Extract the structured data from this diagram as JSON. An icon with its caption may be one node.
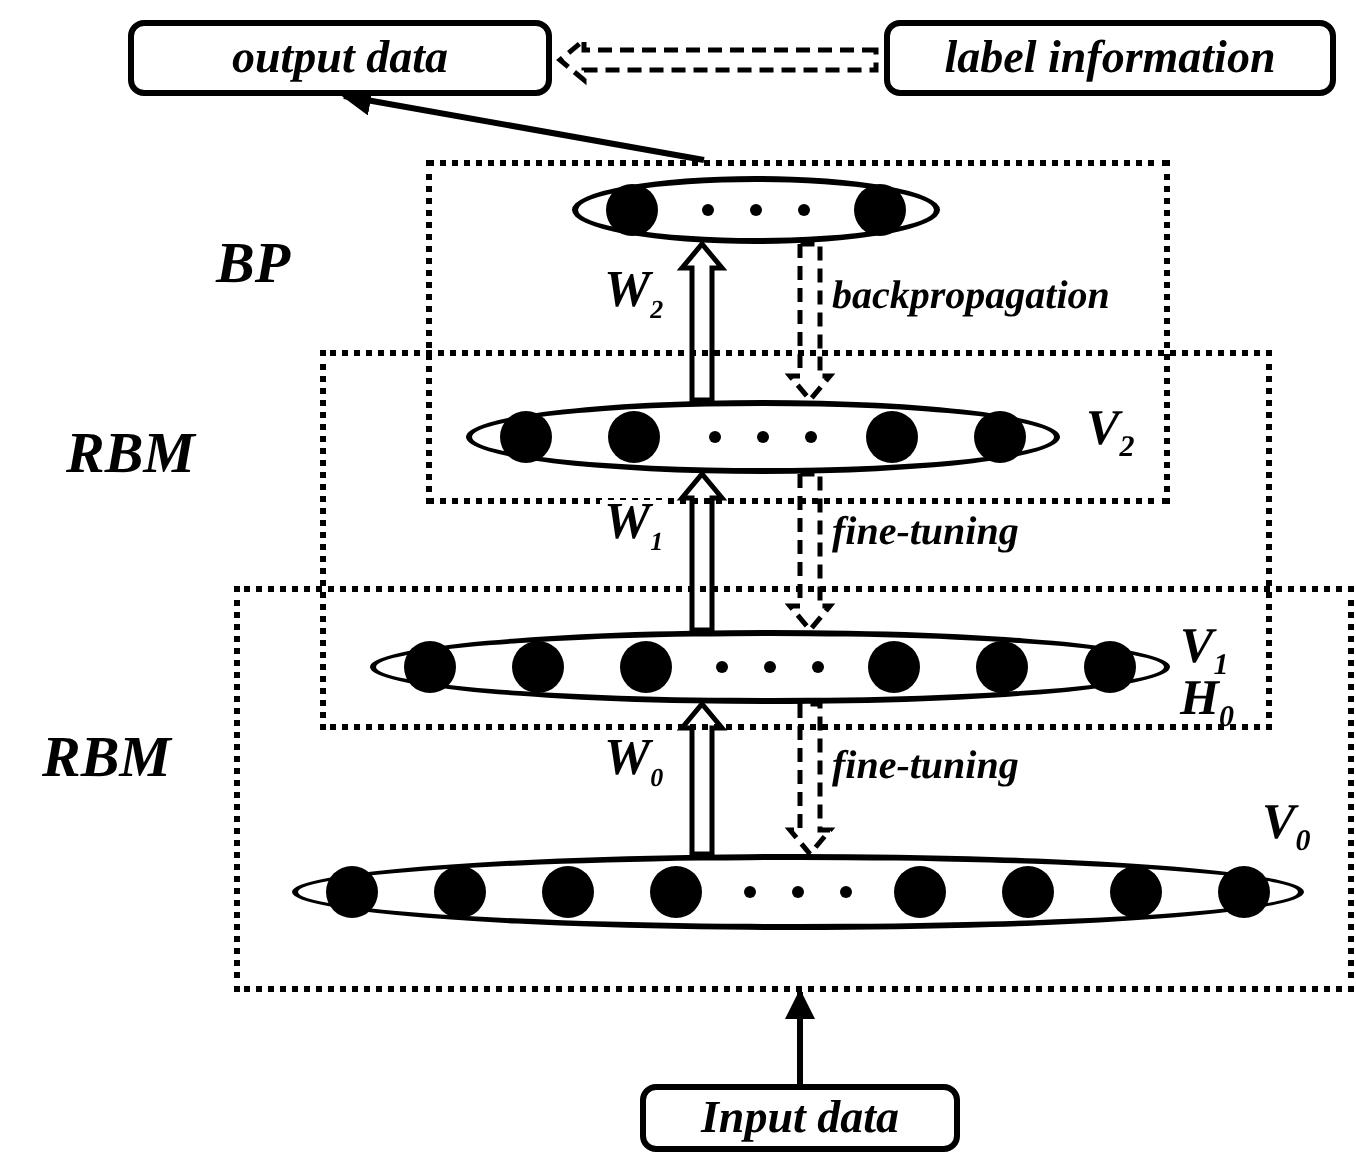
{
  "diagram": {
    "nodes": [
      {
        "text": [
          "output data"
        ]
      },
      {
        "text": [
          "label information"
        ]
      },
      {
        "text": [
          "BP"
        ]
      },
      {
        "text": [
          "RBM"
        ]
      },
      {
        "text": [
          "RBM"
        ]
      },
      {
        "text": [],
        "shape": "ellipse",
        "in": 2
      },
      {
        "text": [],
        "shape": "ellipse",
        "beside": [
          "V$_{2}$"
        ]
      },
      {
        "text": [],
        "shape": "ellipse",
        "beside": [
          "V$_{1}$",
          "H$_{0}$"
        ]
      },
      {
        "text": [],
        "shape": "ellipse",
        "in": 4,
        "beside": [
          "V$_{0}$"
        ]
      },
      {
        "text": [
          "Input data"
        ]
      }
    ],
    "edges": [
      {
        "from": 1,
        "to": 0,
        "arrow": "to",
        "style": "dashed"
      },
      {
        "from": 2,
        "to": 0,
        "arrow": "to"
      },
      {
        "from": 9,
        "to": 4,
        "arrow": "to"
      },
      {
        "from": 6,
        "to": 5,
        "arrow": "to",
        "label": "W$_{2}$",
        "style": "thick"
      },
      {
        "from": 5,
        "to": 6,
        "arrow": "to",
        "label": "backpropagation",
        "style": "dashed"
      },
      {
        "from": 7,
        "to": 6,
        "arrow": "to",
        "label": "W$_{1}$",
        "style": "thick"
      },
      {
        "from": 6,
        "to": 7,
        "arrow": "to",
        "label": "fine-tuning",
        "style": "dashed"
      },
      {
        "from": 8,
        "to": 7,
        "arrow": "to",
        "label": "W$_{0}$",
        "style": "thick"
      },
      {
        "from": 7,
        "to": 8,
        "arrow": "to",
        "label": "fine-tuning",
        "style": "dashed"
      }
    ]
  }
}
